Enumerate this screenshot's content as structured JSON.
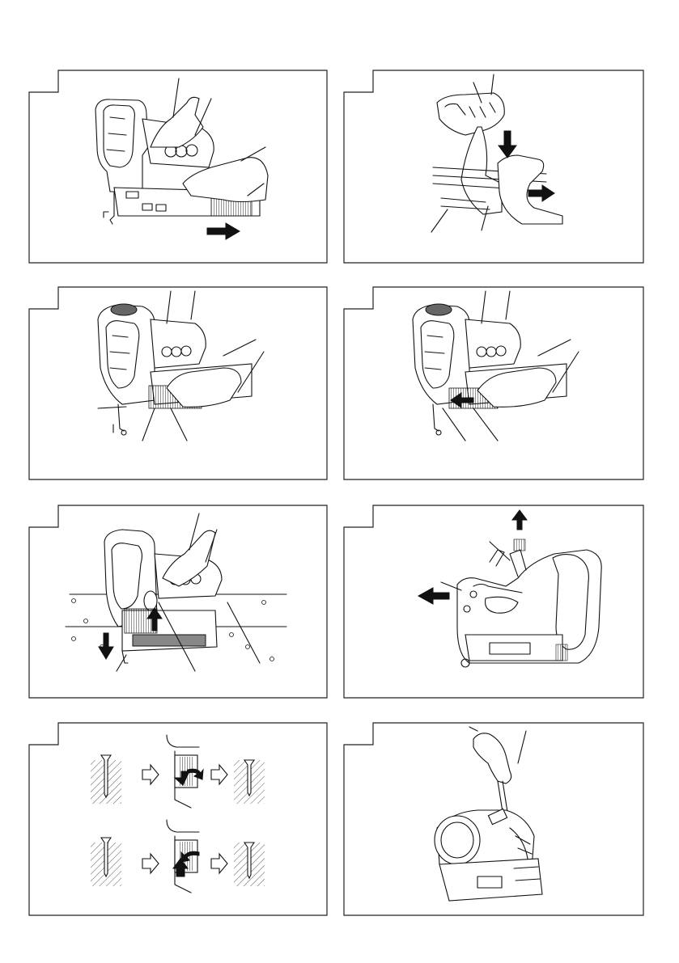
{
  "page": {
    "description_panels": [
      {
        "id": "remove-nails"
      },
      {
        "id": "magazine-release"
      },
      {
        "id": "load-strip"
      },
      {
        "id": "push-strip"
      },
      {
        "id": "depth-adjust"
      },
      {
        "id": "open-latch"
      },
      {
        "id": "nail-sequence"
      },
      {
        "id": "hex-key"
      }
    ]
  }
}
